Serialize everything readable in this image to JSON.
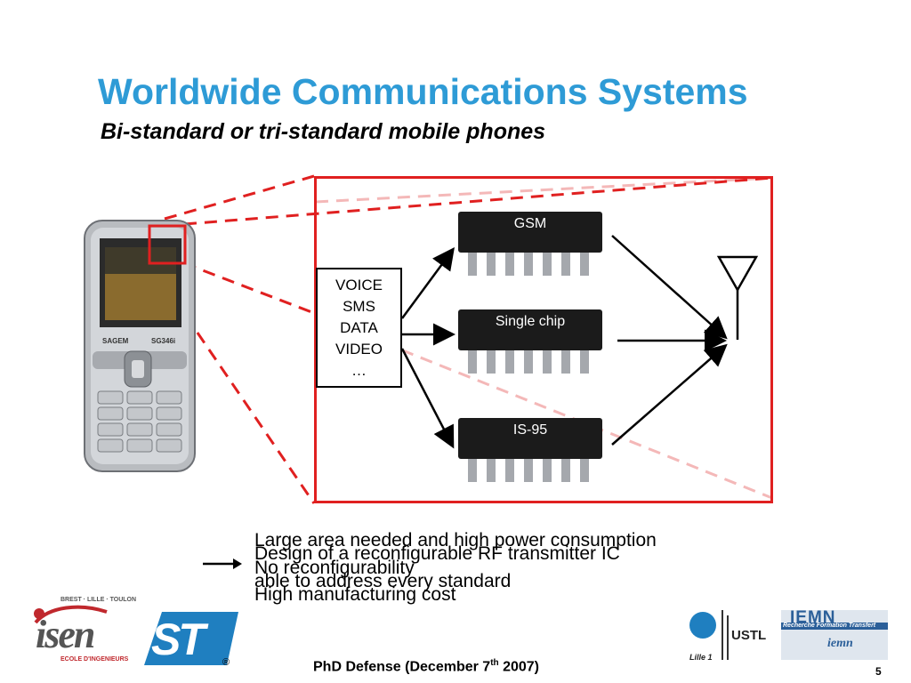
{
  "slide": {
    "title": "Worldwide Communications Systems",
    "subtitle": "Bi-standard or tri-standard mobile phones",
    "page_number": "5",
    "footer_main": "PhD Defense (December 7",
    "footer_sup": "th",
    "footer_end": " 2007)"
  },
  "diagram": {
    "inputs": [
      "VOICE",
      "SMS",
      "DATA",
      "VIDEO",
      "…"
    ],
    "chips": [
      "GSM",
      "Single chip",
      "IS-95"
    ]
  },
  "phone": {
    "brand": "SAGEM",
    "model": "SG346i"
  },
  "bullets": {
    "line1": "Large area needed and high power consumption",
    "line2": "Design of a reconfigurable RF transmitter IC",
    "line3": "No reconfigurability",
    "line4": "able to address every standard",
    "line5": "High manufacturing cost"
  },
  "logos": {
    "isen_tagline": "BREST · LILLE · TOULON",
    "isen_name": "isen",
    "isen_sub": "ECOLE D'INGENIEURS",
    "st": "ST",
    "st_reg": "®",
    "ustl": "USTL",
    "lille": "Lille 1",
    "iemn": "IEMN",
    "iemn_sub": "Recherche Formation Transfert",
    "iemn_small": "iemn"
  },
  "colors": {
    "title": "#2e9bd6",
    "frame": "#e02020",
    "dash_pink": "#f4b8b8"
  }
}
